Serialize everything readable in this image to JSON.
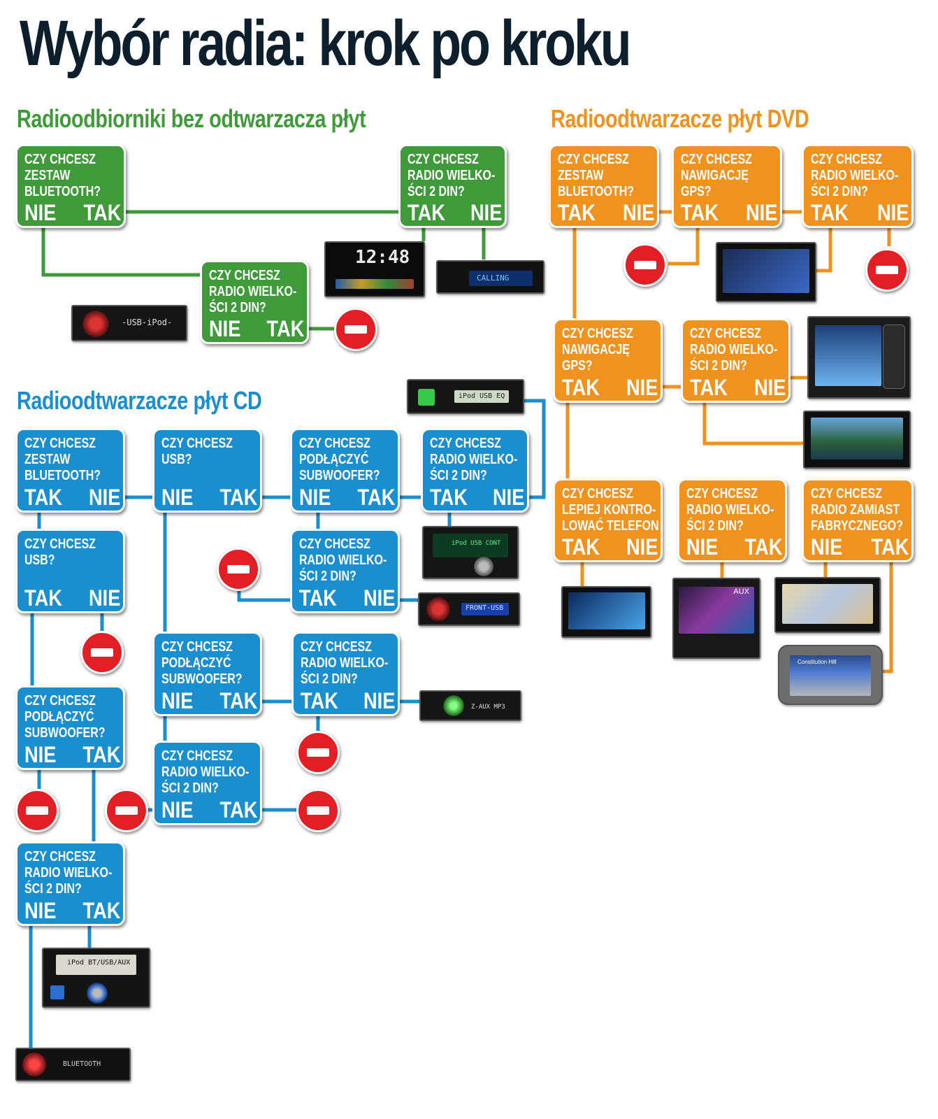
{
  "title": "Wybór radia: krok po kroku",
  "colors": {
    "green": "#3f9a3a",
    "orange": "#f0921e",
    "blue": "#1a8fd0",
    "stop": "#e31e24",
    "title": "#0d1f2d"
  },
  "sections": {
    "green": "Radioodbiorniki bez odtwarzacza płyt",
    "orange": "Radioodtwarzacze płyt DVD",
    "blue": "Radioodtwarzacze płyt CD"
  },
  "questions": {
    "bluetooth": "CZY CHCESZ\nZESTAW\nBLUETOOTH?",
    "din2": "CZY CHCESZ\nRADIO WIELKO-\nŚCI 2 DIN?",
    "gps": "CZY CHCESZ\nNAWIGACJĘ\nGPS?",
    "usb": "CZY CHCESZ\nUSB?",
    "subwoofer": "CZY CHCESZ\nPODŁĄCZYĆ\nSUBWOOFER?",
    "phone": "CZY CHCESZ\nLEPIEJ KONTRO-\nLOWAĆ TELEFON",
    "factory": "CZY CHCESZ\nRADIO ZAMIAST\nFABRYCZNEGO?"
  },
  "answers": {
    "yes": "TAK",
    "no": "NIE"
  },
  "device_labels": {
    "clock": "12:48",
    "ipod_usb": "-USB-iPod-",
    "calling": "CALLING",
    "ipod_usb_eq": "iPod USB EQ",
    "ipod_usb_cont": "iPod USB CONT",
    "front_usb": "FRONT-USB",
    "aux_mp3": "Z-AUX MP3",
    "ipod_bt": "iPod BT/USB/AUX",
    "bluetooth": "BLUETOOTH",
    "aux": "AUX",
    "constitution": "Constitution Hill"
  }
}
